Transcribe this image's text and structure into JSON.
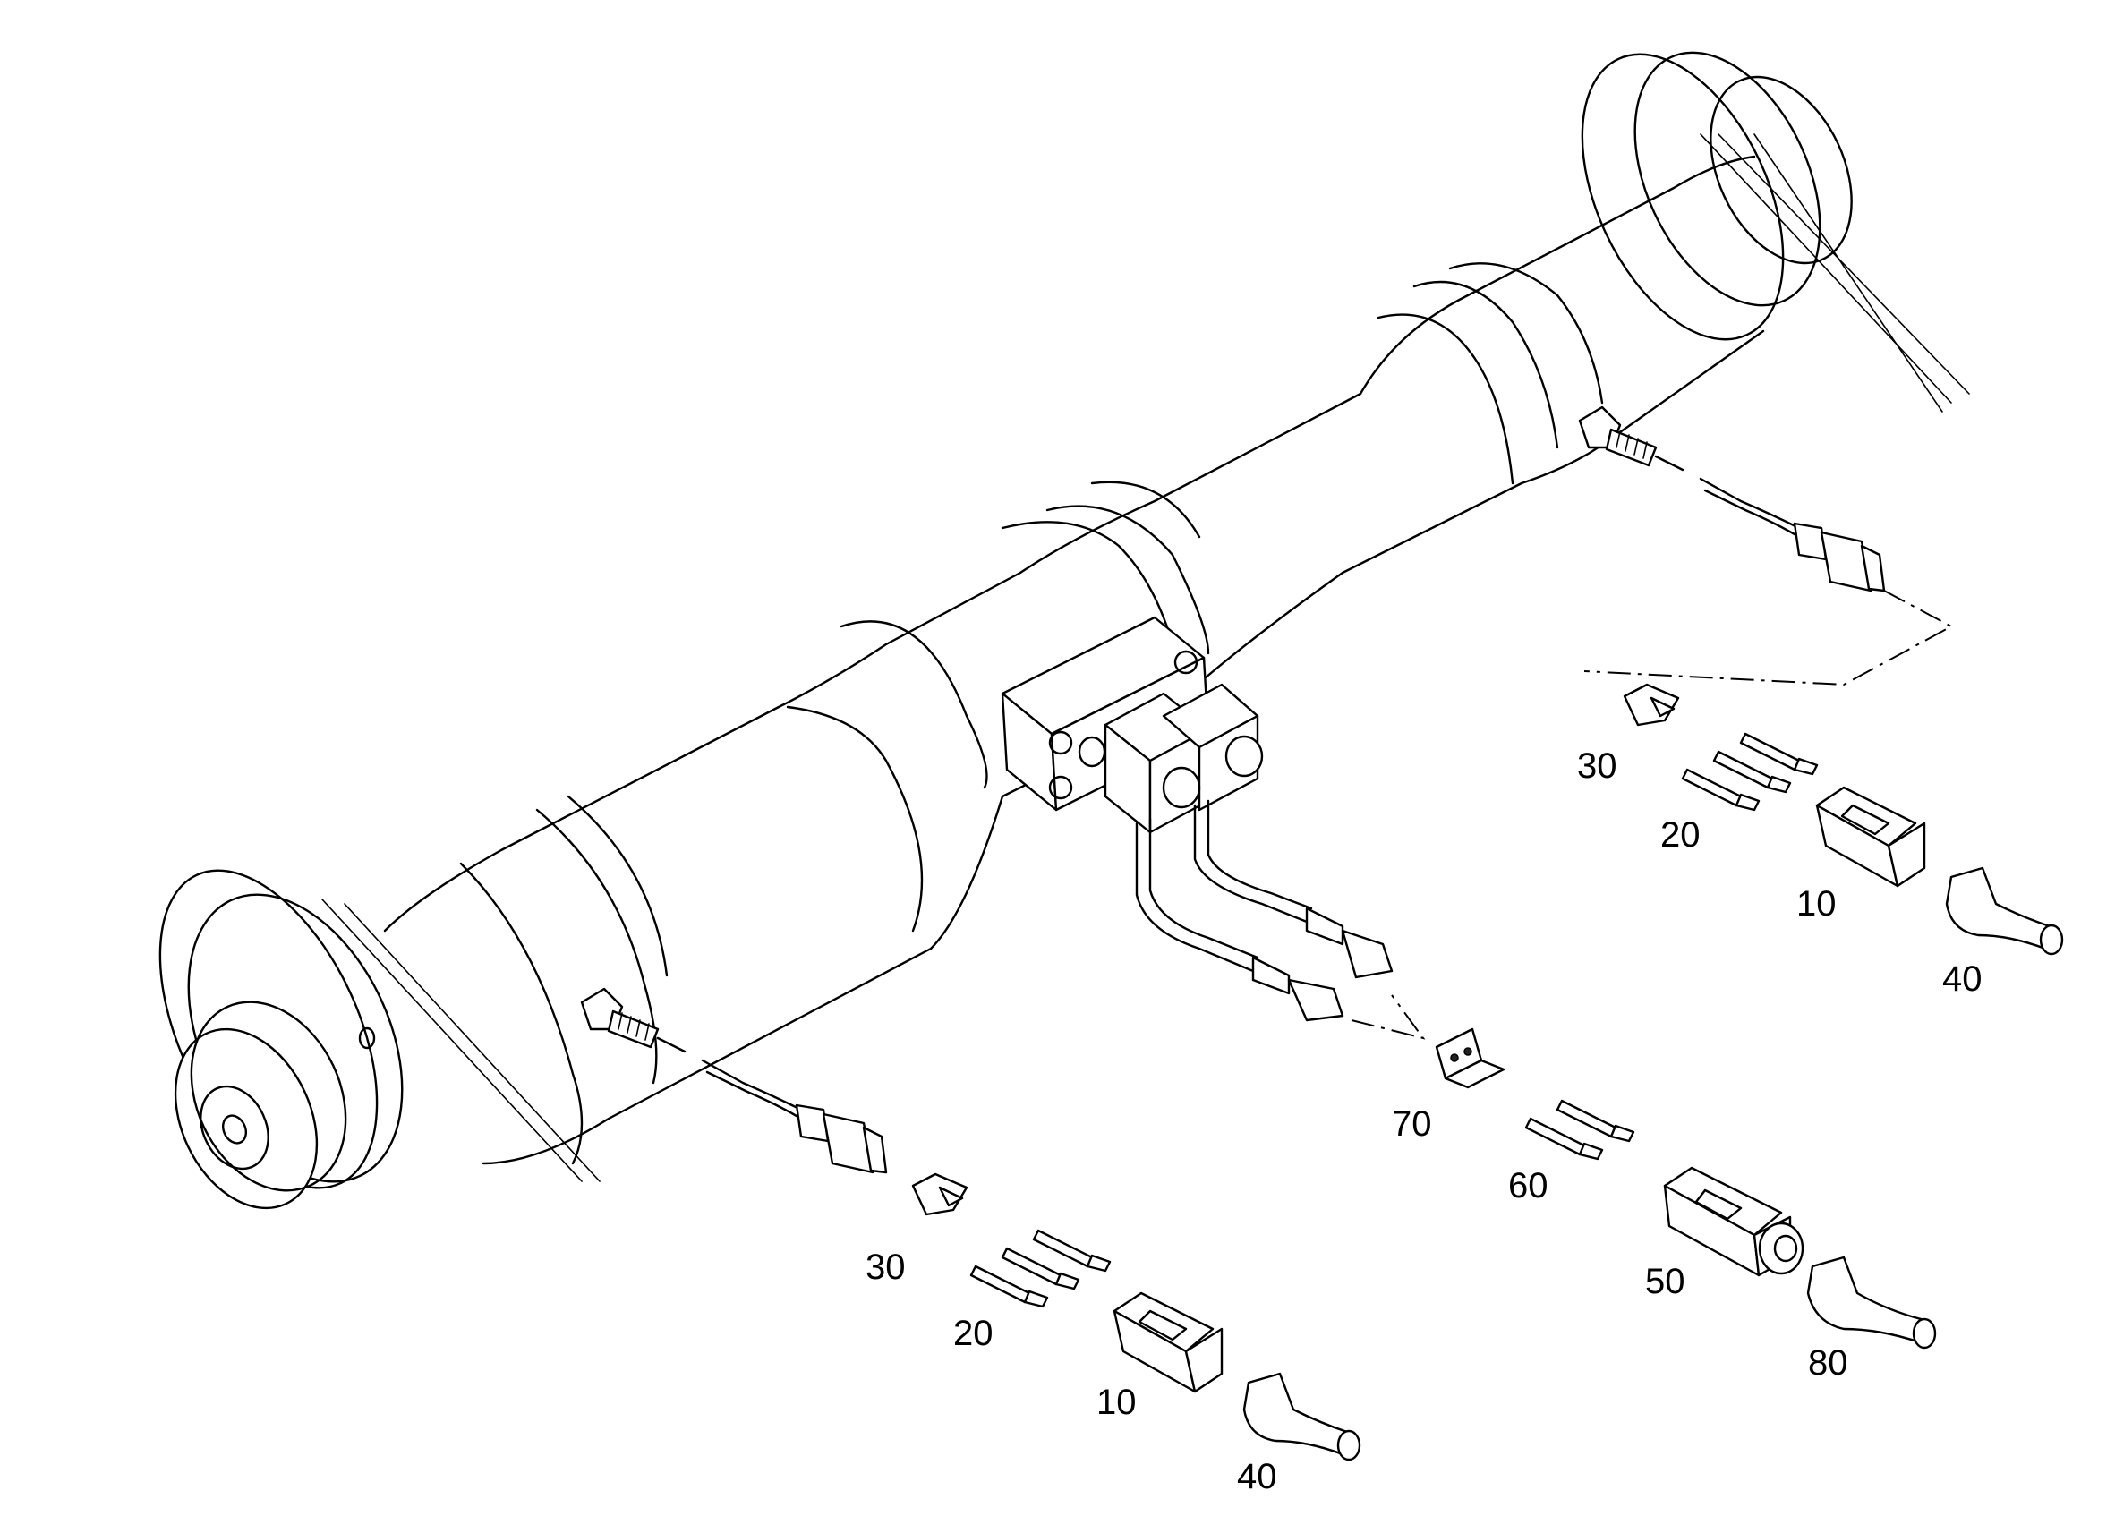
{
  "callouts": {
    "right_30": "30",
    "right_20": "20",
    "right_10": "10",
    "right_40": "40",
    "left_30": "30",
    "left_20": "20",
    "left_10": "10",
    "left_40": "40",
    "center_70": "70",
    "center_60": "60",
    "center_50": "50",
    "center_80": "80"
  }
}
